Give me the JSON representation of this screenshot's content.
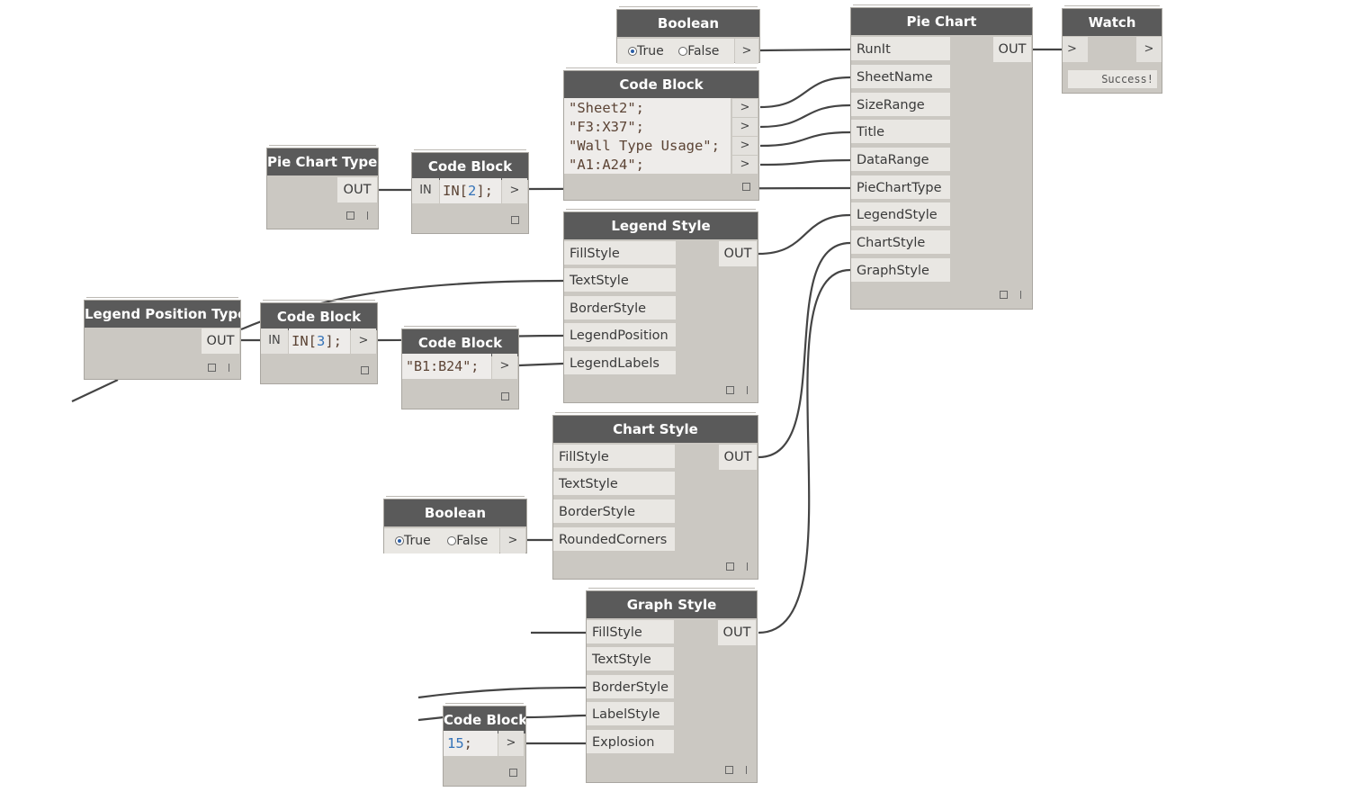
{
  "nodes": {
    "boolean_top": {
      "title": "Boolean",
      "true_label": "True",
      "false_label": "False",
      "selected": "True",
      "out": ">"
    },
    "pie_chart": {
      "title": "Pie Chart",
      "inputs": [
        "RunIt",
        "SheetName",
        "SizeRange",
        "Title",
        "DataRange",
        "PieChartType",
        "LegendStyle",
        "ChartStyle",
        "GraphStyle"
      ],
      "out": "OUT"
    },
    "watch": {
      "title": "Watch",
      "in": ">",
      "out": ">",
      "value": "Success!"
    },
    "code_block_strings": {
      "title": "Code Block",
      "lines": [
        "\"Sheet2\";",
        "\"F3:X37\";",
        "\"Wall Type Usage\";",
        "\"A1:A24\";"
      ],
      "out": ">"
    },
    "pie_chart_types": {
      "title": "Pie Chart Types",
      "out": "OUT"
    },
    "code_block_in2": {
      "title": "Code Block",
      "in": "IN",
      "code_prefix": "IN[",
      "code_num": "2",
      "code_suffix": "];",
      "out": ">"
    },
    "legend_style": {
      "title": "Legend Style",
      "inputs": [
        "FillStyle",
        "TextStyle",
        "BorderStyle",
        "LegendPosition",
        "LegendLabels"
      ],
      "out": "OUT"
    },
    "legend_position_types": {
      "title": "Legend Position Types",
      "out": "OUT"
    },
    "code_block_in3": {
      "title": "Code Block",
      "in": "IN",
      "code_prefix": "IN[",
      "code_num": "3",
      "code_suffix": "];",
      "out": ">"
    },
    "code_block_range": {
      "title": "Code Block",
      "code": "\"B1:B24\";",
      "out": ">"
    },
    "chart_style": {
      "title": "Chart Style",
      "inputs": [
        "FillStyle",
        "TextStyle",
        "BorderStyle",
        "RoundedCorners"
      ],
      "out": "OUT"
    },
    "boolean_bottom": {
      "title": "Boolean",
      "true_label": "True",
      "false_label": "False",
      "selected": "True",
      "out": ">"
    },
    "graph_style": {
      "title": "Graph Style",
      "inputs": [
        "FillStyle",
        "TextStyle",
        "BorderStyle",
        "LabelStyle",
        "Explosion"
      ],
      "out": "OUT"
    },
    "code_block_15": {
      "title": "Code Block",
      "code_num": "15",
      "code_suffix": ";",
      "out": ">"
    }
  },
  "colors": {
    "header": "#5a5a5a",
    "node_body": "#cbc8c2",
    "port": "#e9e7e3",
    "wire": "#444444",
    "string_code": "#5c4435",
    "number_code": "#3573b8"
  }
}
